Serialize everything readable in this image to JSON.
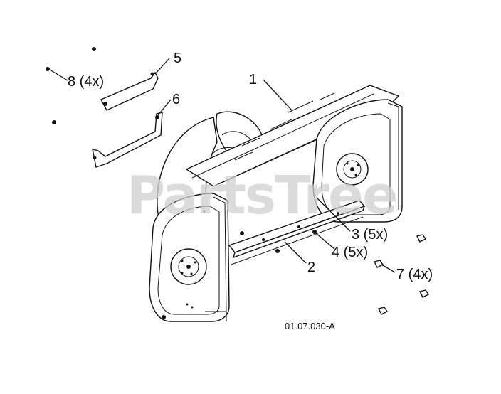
{
  "watermark_text": "PartsTree",
  "drawing_code": "01.07.030-A",
  "callouts": {
    "c1": "1",
    "c2": "2",
    "c3": "3 (5x)",
    "c4": "4 (5x)",
    "c5": "5",
    "c6": "6",
    "c7": "7 (4x)",
    "c8": "8 (4x)"
  },
  "colors": {
    "line": "#111111",
    "watermark": "#cfcfcf",
    "background": "#ffffff"
  }
}
